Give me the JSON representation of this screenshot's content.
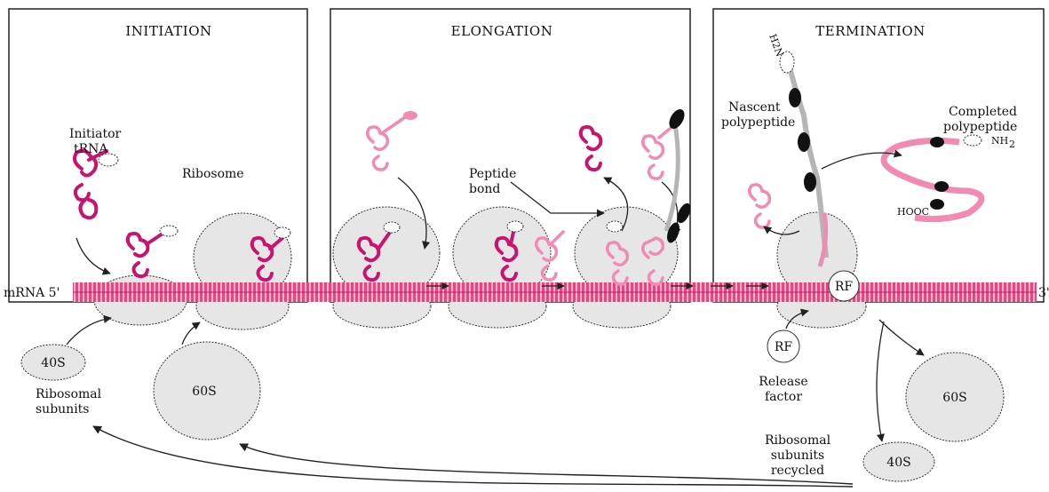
{
  "panels": {
    "initiation": "INITIATION",
    "elongation": "ELONGATION",
    "termination": "TERMINATION"
  },
  "labels": {
    "initiator_line1": "Initiator",
    "initiator_line2": "tRNA",
    "ribosome": "Ribosome",
    "peptide_line1": "Peptide",
    "peptide_line2": "bond",
    "nascent_line1": "Nascent",
    "nascent_line2": "polypeptide",
    "completed_line1": "Completed",
    "completed_line2": "polypeptide",
    "nh2": "NH",
    "nh2_sub": "2",
    "h2n": "H2N",
    "hooc": "HOOC",
    "mrna_5": "mRNA 5'",
    "mrna_3": "3'",
    "rf_bound": "RF",
    "rf_free": "RF",
    "release_line1": "Release",
    "release_line2": "factor",
    "sub40s_left": "40S",
    "sub60s_left": "60S",
    "ribosomal_left_line1": "Ribosomal",
    "ribosomal_left_line2": "subunits",
    "sub60s_right": "60S",
    "sub40s_right": "40S",
    "recycled_line1": "Ribosomal",
    "recycled_line2": "subunits",
    "recycled_line3": "recycled"
  },
  "colors": {
    "magenta": "#c8146e",
    "pink": "#f28bb4",
    "ribosome_fill": "#e6e6e6",
    "mrna": "#e8467f",
    "polypeptide_grey": "#b5b5b5",
    "black_residue": "#111111"
  }
}
